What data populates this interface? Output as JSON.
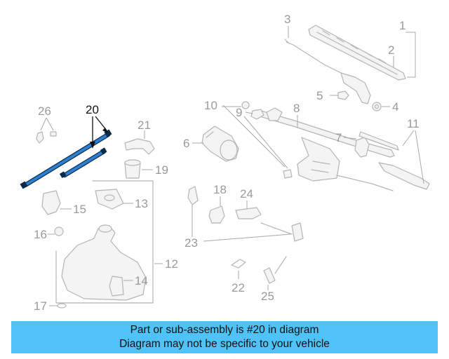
{
  "callouts": {
    "c1": "1",
    "c2": "2",
    "c3": "3",
    "c4": "4",
    "c5": "5",
    "c6": "6",
    "c7": "7",
    "c8": "8",
    "c9": "9",
    "c10": "10",
    "c11": "11",
    "c12": "12",
    "c13": "13",
    "c14": "14",
    "c15": "15",
    "c16": "16",
    "c17": "17",
    "c18": "18",
    "c19": "19",
    "c20": "20",
    "c21": "21",
    "c22": "22",
    "c23": "23",
    "c24": "24",
    "c25": "25",
    "c26": "26"
  },
  "highlighted_part": "20",
  "colors": {
    "banner": "#4fc3f7",
    "highlight": "#2d7fd0",
    "ghost": "#b5b5b5"
  },
  "banner": {
    "line1": "Part or sub-assembly is #20 in diagram",
    "line2": "Diagram may not be specific to your vehicle"
  }
}
